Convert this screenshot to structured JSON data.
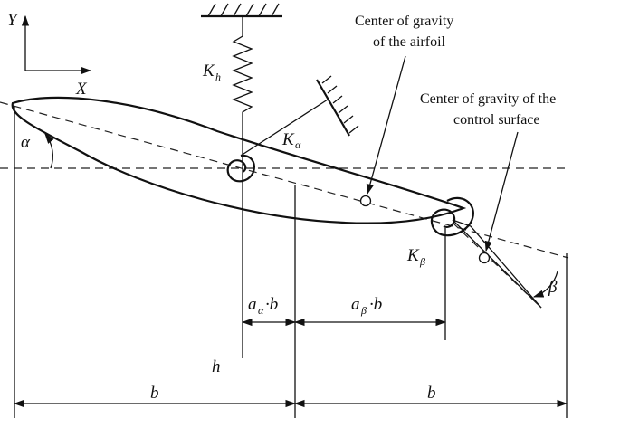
{
  "axes": {
    "y_label": "Y",
    "x_label": "X"
  },
  "springs": {
    "plunge": "K",
    "plunge_sub": "h",
    "pitch": "K",
    "pitch_sub": "α",
    "control": "K",
    "control_sub": "β"
  },
  "angles": {
    "alpha": "α",
    "beta": "β"
  },
  "annotations": {
    "airfoil_cg_line1": "Center of gravity",
    "airfoil_cg_line2": "of the airfoil",
    "control_cg_line1": "Center of gravity of the",
    "control_cg_line2": "control surface"
  },
  "dimensions": {
    "a_alpha": "a",
    "a_alpha_sub": "α",
    "a_beta": "a",
    "a_beta_sub": "β",
    "dot_b": "·b",
    "b_left": "b",
    "b_right": "b",
    "h": "h"
  }
}
